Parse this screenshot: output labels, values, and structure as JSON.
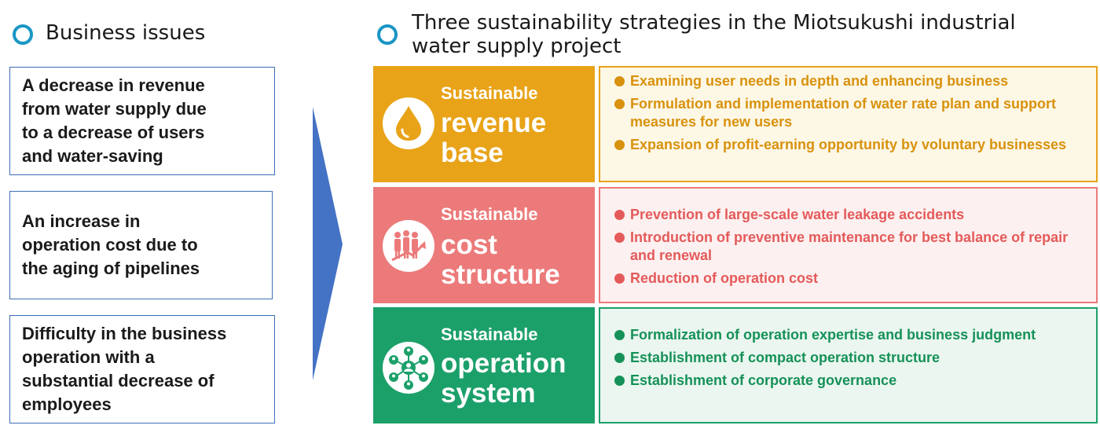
{
  "left_heading": "Business issues",
  "right_heading_line1": "Three sustainability strategies in the Miotsukushi industrial",
  "right_heading_line2": "water supply project",
  "issues": [
    {
      "lines": [
        "A decrease in revenue",
        "from water supply due",
        "to a decrease of users",
        "and water-saving"
      ]
    },
    {
      "lines": [
        "An increase in",
        "operation cost due to",
        "the aging of pipelines"
      ]
    },
    {
      "lines": [
        "Difficulty in the business",
        "operation with a",
        "substantial decrease of",
        "employees"
      ]
    }
  ],
  "strategies": [
    {
      "top": "Sustainable",
      "line1": "revenue",
      "line2": "base",
      "icon": "water-drop-icon",
      "color": "#e8a318",
      "bg": "#fdf7e6",
      "items": [
        "Examining user needs in depth and enhancing business",
        "Formulation and implementation of water rate plan and support measures for new users",
        "Expansion of profit-earning opportunity by voluntary businesses"
      ]
    },
    {
      "top": "Sustainable",
      "line1": "cost",
      "line2": "structure",
      "icon": "people-growth-icon",
      "color": "#ec7a7a",
      "bg": "#fdf0f0",
      "items": [
        "Prevention of large-scale water leakage accidents",
        "Introduction of preventive maintenance for best balance of repair and renewal",
        "Reduction of operation cost"
      ]
    },
    {
      "top": "Sustainable",
      "line1": "operation",
      "line2": "system",
      "icon": "network-people-icon",
      "color": "#1ca06a",
      "bg": "#eaf6ef",
      "items": [
        "Formalization of operation expertise and business judgment",
        "Establishment of compact operation structure",
        "Establishment of corporate governance"
      ]
    }
  ],
  "colors": {
    "accent": "#1a96c4",
    "issue_border": "#3f6fb8",
    "arrow": "#4472c4"
  }
}
